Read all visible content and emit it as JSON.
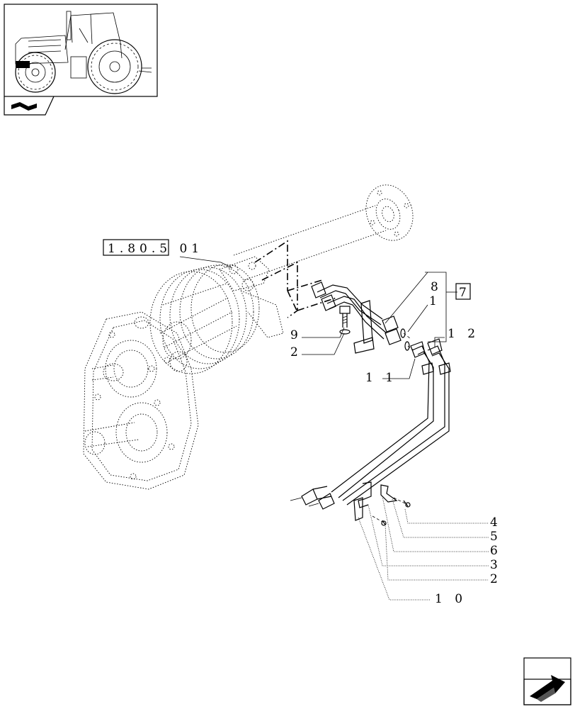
{
  "ref_box": {
    "label": "1.80.5 01"
  },
  "box_label": "7",
  "callouts": {
    "n8": "8",
    "n1": "1",
    "n12": "1 2",
    "n9": "9",
    "n2a": "2",
    "n11": "1 1",
    "n4": "4",
    "n5": "5",
    "n6": "6",
    "n3": "3",
    "n2b": "2",
    "n10": "1 0"
  },
  "thumbnail": {
    "icon": "tractor-thumbnail",
    "index_icon": "book-index-icon"
  },
  "nav": {
    "icon": "next-page-arrow-icon"
  }
}
